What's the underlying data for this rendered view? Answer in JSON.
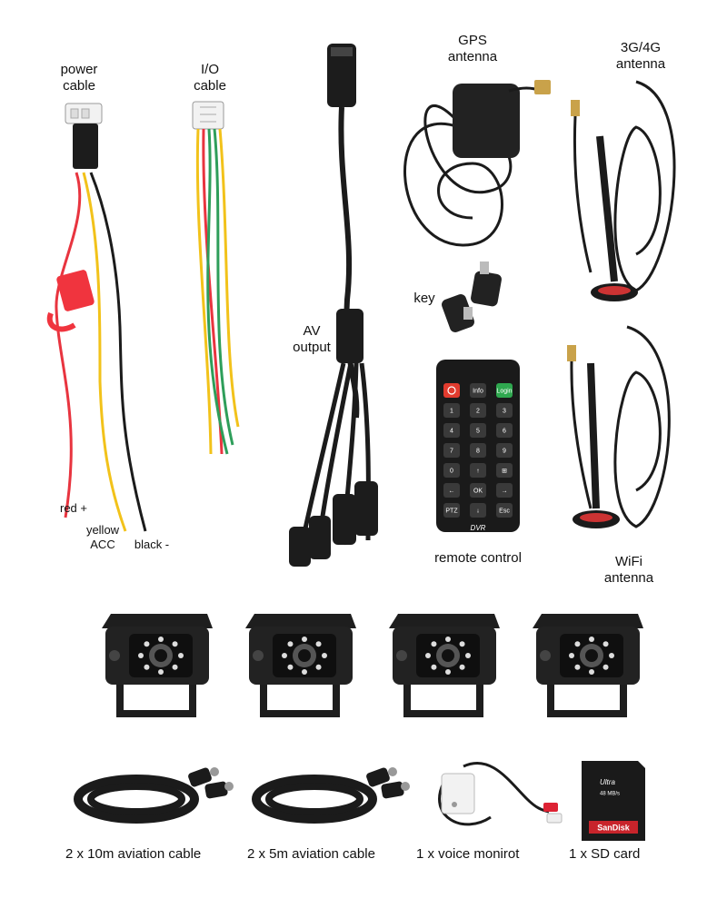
{
  "labels": {
    "power_cable": [
      "power",
      "cable"
    ],
    "io_cable": [
      "I/O",
      "cable"
    ],
    "av_output": [
      "AV",
      "output"
    ],
    "gps_antenna": [
      "GPS",
      "antenna"
    ],
    "g34_antenna": [
      "3G/4G",
      "antenna"
    ],
    "key": "key",
    "remote_control": "remote control",
    "wifi_antenna": [
      "WiFi",
      "antenna"
    ],
    "wire_red": "red +",
    "wire_yellow": [
      "yellow",
      "ACC"
    ],
    "wire_black": "black -"
  },
  "remote": {
    "brand": "DVR",
    "keys": [
      "Info",
      "Login",
      "1",
      "2",
      "3",
      "4",
      "5",
      "6",
      "7",
      "8",
      "9",
      "0",
      "↑",
      "⊞",
      "←",
      "OK",
      "→",
      "PTZ",
      "↓",
      "Esc"
    ]
  },
  "sd_card": {
    "brand": "SanDisk",
    "line": "Ultra",
    "capacity": "48 MB/s"
  },
  "cameras": [
    {
      "name": "camera-1"
    },
    {
      "name": "camera-2"
    },
    {
      "name": "camera-3"
    },
    {
      "name": "camera-4"
    }
  ],
  "captions": [
    "2 x 10m aviation cable",
    "2 x 5m aviation cable",
    "1 x voice monirot",
    "1 x SD card"
  ],
  "colors": {
    "cable": "#1b1b1b",
    "red_wire": "#e8343f",
    "yellow_wire": "#f2c21a",
    "green_wire": "#2e9e5a",
    "power_button": "#e23b2e",
    "login_button": "#2fa84f",
    "fuse": "#f0343e"
  }
}
